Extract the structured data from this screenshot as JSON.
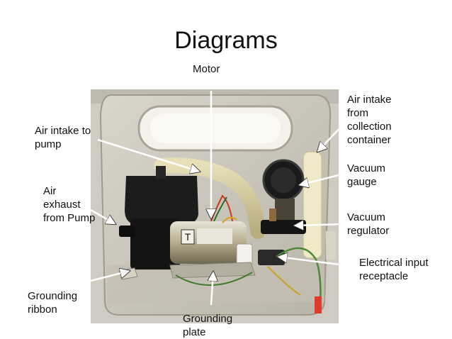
{
  "title": "Diagrams",
  "labels": {
    "motor": "Motor",
    "air_intake_pump": "Air intake to pump",
    "air_intake_container": "Air intake from collection container",
    "air_exhaust": "Air exhaust from Pump",
    "vacuum_gauge": "Vacuum gauge",
    "vacuum_regulator": "Vacuum regulator",
    "electrical_receptacle": "Electrical input receptacle",
    "grounding_ribbon": "Grounding ribbon",
    "grounding_plate": "Grounding plate"
  },
  "photo": {
    "motor_sticker": "T"
  }
}
